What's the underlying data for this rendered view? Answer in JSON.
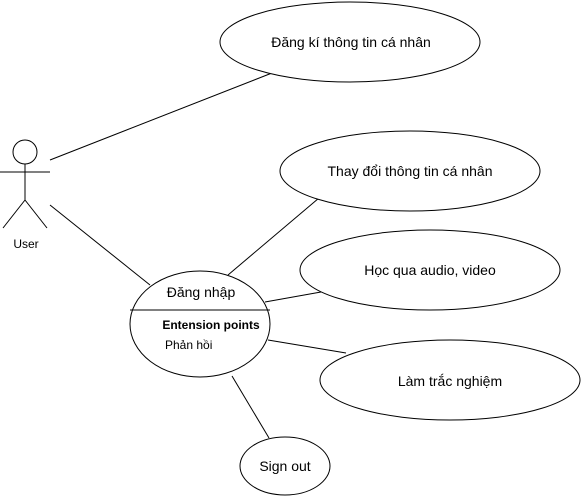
{
  "actor": {
    "label": "User",
    "icon": "stick-figure"
  },
  "use_cases": {
    "register": "Đăng kí thông tin cá nhân",
    "change_info": "Thay đổi thông tin cá nhân",
    "learn": "Học qua audio, video",
    "quiz": "Làm trắc nghiệm",
    "signout": "Sign out"
  },
  "login": {
    "title": "Đăng nhập",
    "extension_header": "Entension points",
    "extension_point": "Phản hồi"
  },
  "colors": {
    "stroke": "#000000",
    "fill": "#ffffff"
  }
}
